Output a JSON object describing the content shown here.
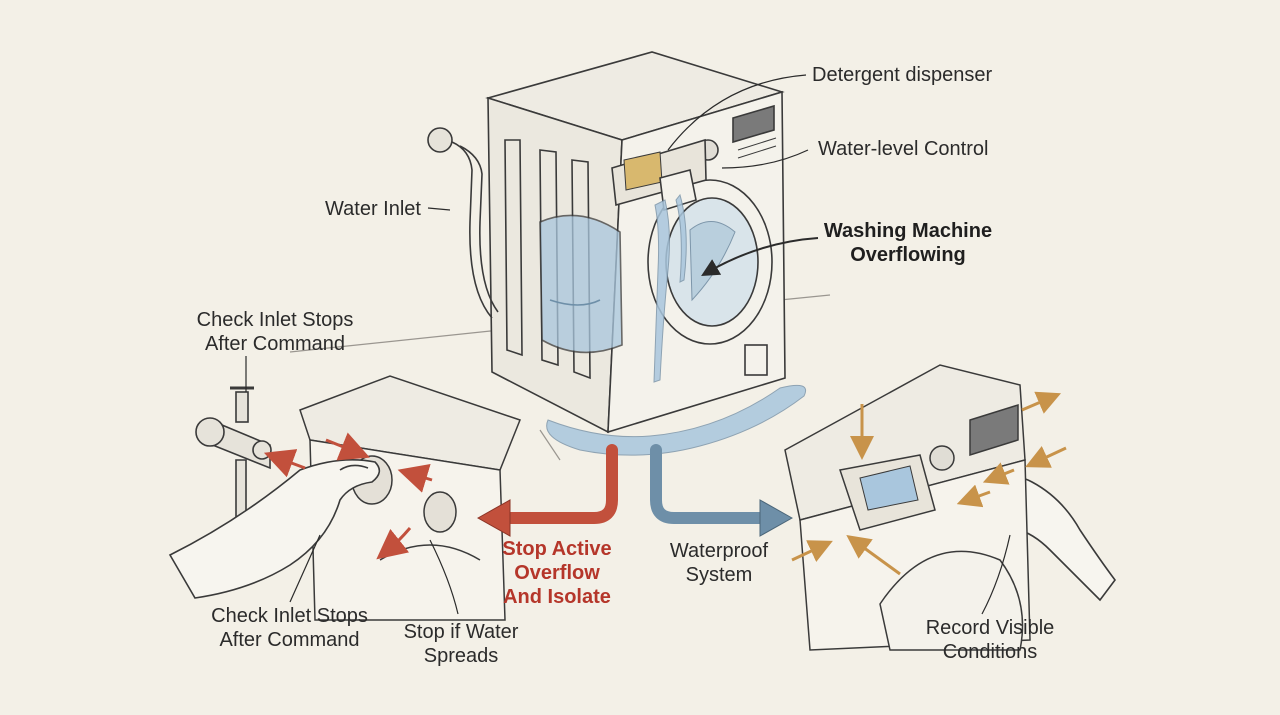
{
  "labels": {
    "detergent_dispenser": "Detergent dispenser",
    "water_level_control": "Water-level Control",
    "water_inlet": "Water Inlet",
    "main_title_line1": "Washing Machine",
    "main_title_line2": "Overflowing",
    "check_inlet_top_line1": "Check Inlet Stops",
    "check_inlet_top_line2": "After Command",
    "check_inlet_bottom_line1": "Check Inlet Stops",
    "check_inlet_bottom_line2": "After Command",
    "stop_if_water_line1": "Stop if Water",
    "stop_if_water_line2": "Spreads",
    "stop_active_line1": "Stop Active",
    "stop_active_line2": "Overflow",
    "stop_active_line3": "And Isolate",
    "waterproof_line1": "Waterproof",
    "waterproof_line2": "System",
    "record_visible_line1": "Record Visible",
    "record_visible_line2": "Conditions"
  },
  "colors": {
    "background": "#f3f0e7",
    "ink": "#3a3a3a",
    "water": "#a9c6dd",
    "red_arrow": "#c2503c",
    "blue_arrow": "#6e8fa8",
    "orange_arrow": "#c8934a",
    "accent_red_text": "#b5362a"
  }
}
